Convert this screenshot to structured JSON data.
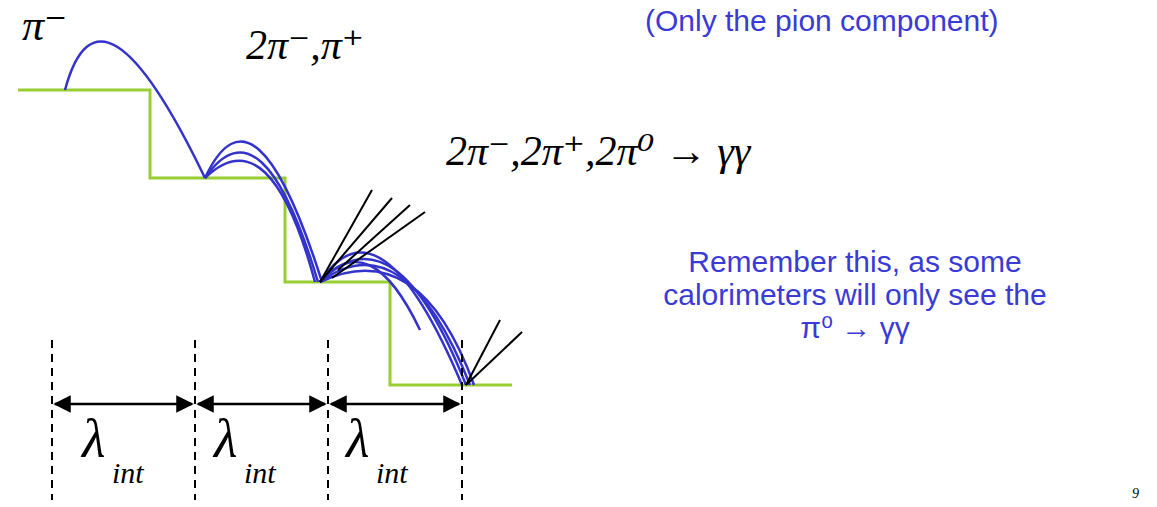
{
  "diagram": {
    "labels": [
      "(Only the pion component)",
      "π⁻",
      "2π⁻,π⁺",
      "2π⁻,2π⁺,2π⁰ → γγ",
      "Remember this, as some calorimeters will only see the π⁰ → γγ",
      "λ",
      "int",
      "λ",
      "int",
      "λ",
      "int",
      "9"
    ]
  }
}
